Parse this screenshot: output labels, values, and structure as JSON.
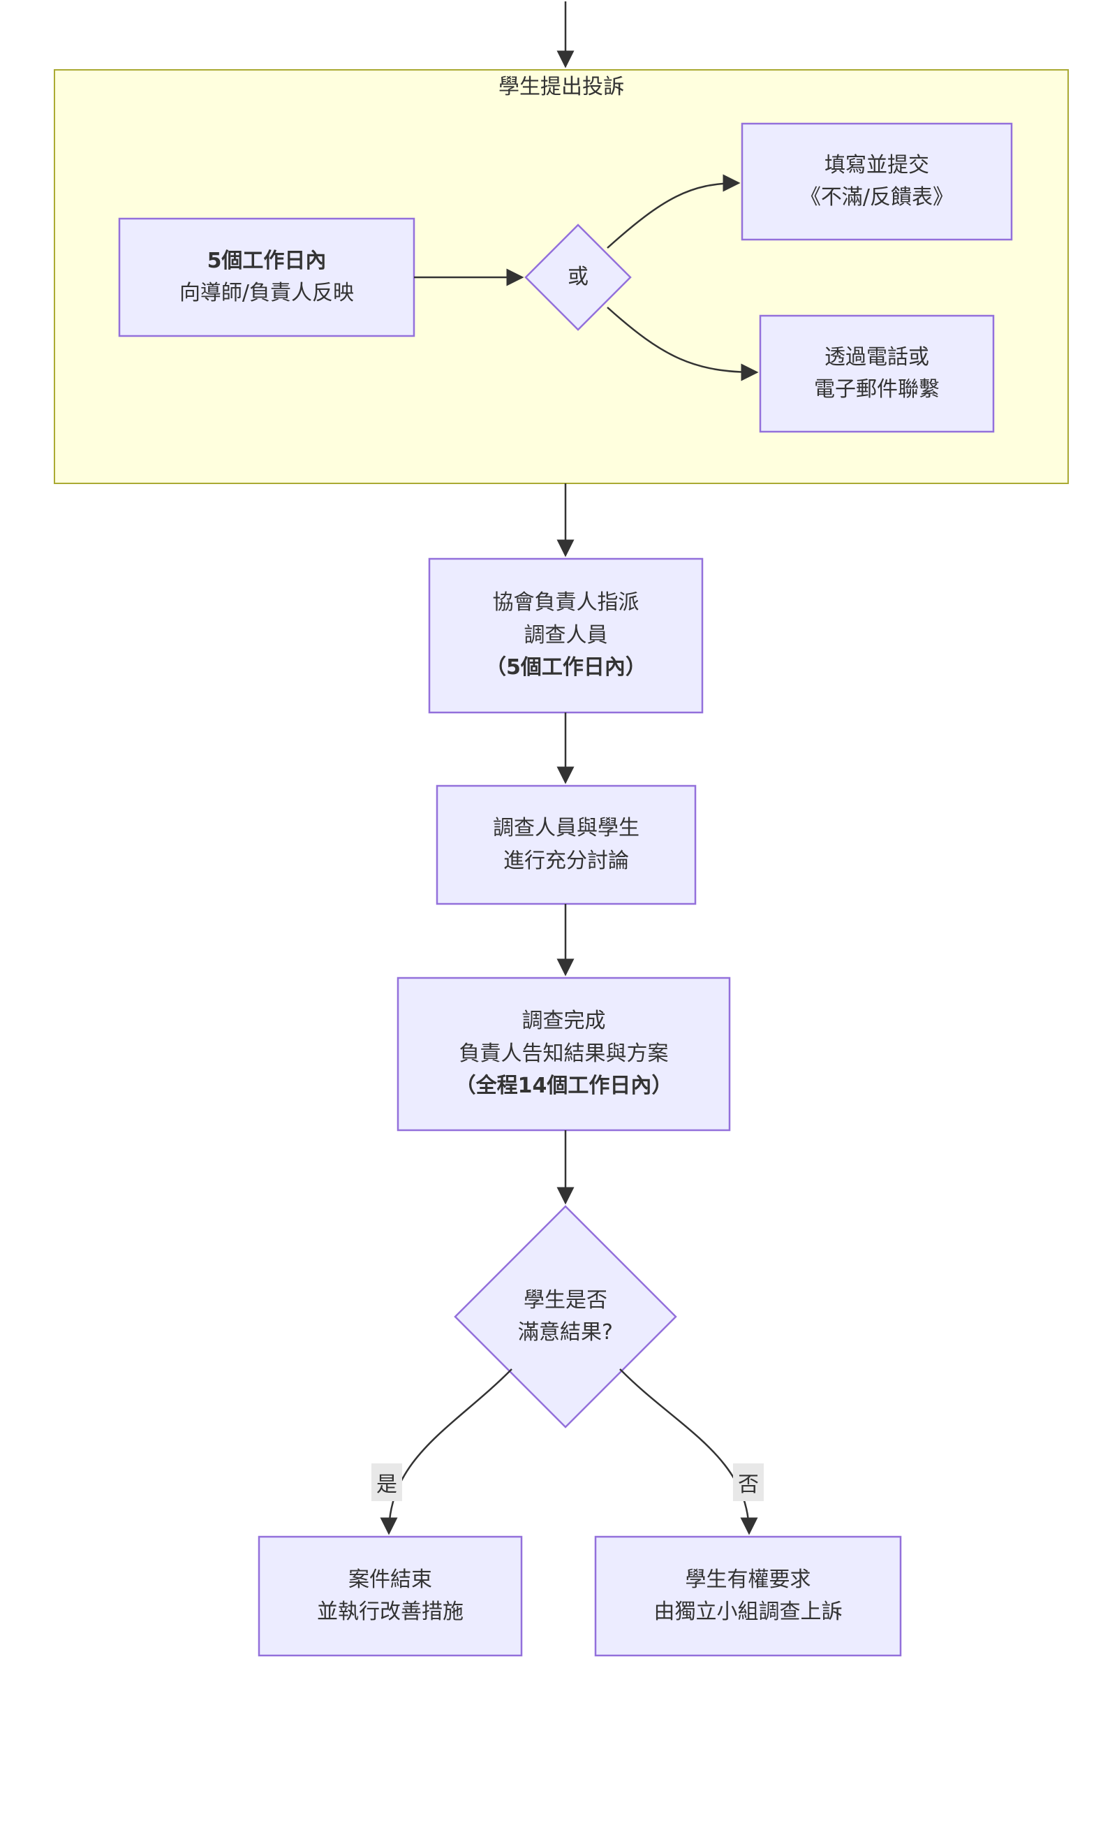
{
  "diagram": {
    "subgraph": {
      "title": "學生提出投訴"
    },
    "nodes": {
      "report": {
        "lines": [
          "5個工作日內",
          "向導師/負責人反映"
        ]
      },
      "or": {
        "label": "或"
      },
      "form": {
        "lines": [
          "填寫並提交",
          "《不滿/反饋表》"
        ]
      },
      "contact": {
        "lines": [
          "透過電話或",
          "電子郵件聯繫"
        ]
      },
      "assign": {
        "lines": [
          "協會負責人指派",
          "調查人員",
          "（5個工作日內）"
        ]
      },
      "discuss": {
        "lines": [
          "調查人員與學生",
          "進行充分討論"
        ]
      },
      "complete": {
        "lines": [
          "調查完成",
          "負責人告知結果與方案",
          "（全程14個工作日內）"
        ]
      },
      "satisfied": {
        "lines": [
          "學生是否",
          "滿意結果?"
        ]
      },
      "closed": {
        "lines": [
          "案件結束",
          "並執行改善措施"
        ]
      },
      "appeal": {
        "lines": [
          "學生有權要求",
          "由獨立小組調查上訴"
        ]
      }
    },
    "edge_labels": {
      "yes": "是",
      "no": "否"
    },
    "colors": {
      "node_fill": "#ECECFF",
      "node_border": "#9370DB",
      "subgraph_fill": "#ffffde",
      "subgraph_border": "#aaaa33",
      "edge": "#333333",
      "text": "#333333",
      "edge_label_bg": "#e8e8e8"
    }
  }
}
